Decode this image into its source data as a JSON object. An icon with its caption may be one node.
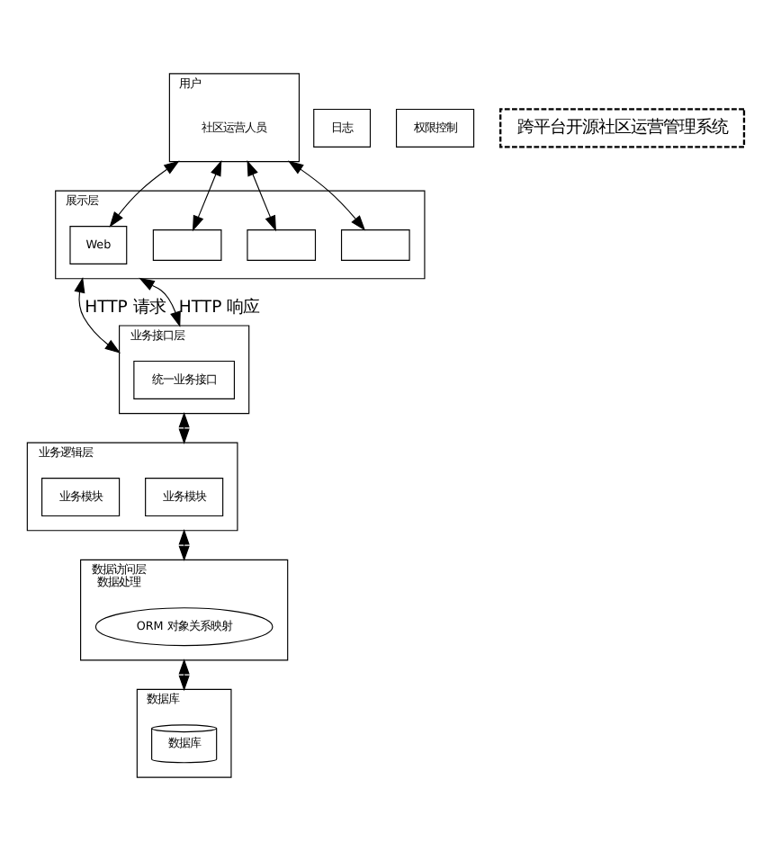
{
  "diagram": {
    "nodes": [
      {
        "text": [
          "用户"
        ]
      },
      {
        "text": [
          "社区运营人员"
        ],
        "in": 0
      },
      {
        "text": [
          "展示层"
        ]
      },
      {
        "text": [
          "Web"
        ],
        "in": 2
      },
      {
        "text": [],
        "shape": "box",
        "in": 2
      },
      {
        "text": [],
        "shape": "box",
        "in": 2
      },
      {
        "text": [],
        "shape": "box",
        "in": 2
      },
      {
        "text": [
          "业务接口层"
        ]
      },
      {
        "text": [
          "统一业务接口"
        ],
        "in": 7
      },
      {
        "text": [
          "业务逻辑层"
        ]
      },
      {
        "text": [
          "业务模块"
        ],
        "in": 9
      },
      {
        "text": [
          "业务模块"
        ],
        "in": 9
      },
      {
        "text": [
          "数据访问层",
          "数据处理"
        ]
      },
      {
        "text": [
          "ORM 对象关系映射"
        ],
        "in": 12
      },
      {
        "text": [
          "数据库"
        ]
      },
      {
        "text": [
          "数据库"
        ],
        "in": 14
      },
      {
        "text": [
          "日志"
        ]
      },
      {
        "text": [
          "权限控制"
        ]
      },
      {
        "text": [
          "跨平台开源社区运营管理系统"
        ]
      }
    ],
    "edges": [
      {
        "from": 0,
        "to": 3,
        "arrow": "both"
      },
      {
        "from": 0,
        "to": 4,
        "arrow": "both"
      },
      {
        "from": 0,
        "to": 5,
        "arrow": "both"
      },
      {
        "from": 0,
        "to": 6,
        "arrow": "both"
      },
      {
        "from": 2,
        "to": 7,
        "arrow": "both",
        "label": "HTTP 请求"
      },
      {
        "from": 2,
        "to": 7,
        "arrow": "both",
        "label": "HTTP 响应"
      },
      {
        "from": 7,
        "to": 9,
        "arrow": "both"
      },
      {
        "from": 9,
        "to": 12,
        "arrow": "both"
      },
      {
        "from": 12,
        "to": 14,
        "arrow": "both"
      }
    ]
  }
}
